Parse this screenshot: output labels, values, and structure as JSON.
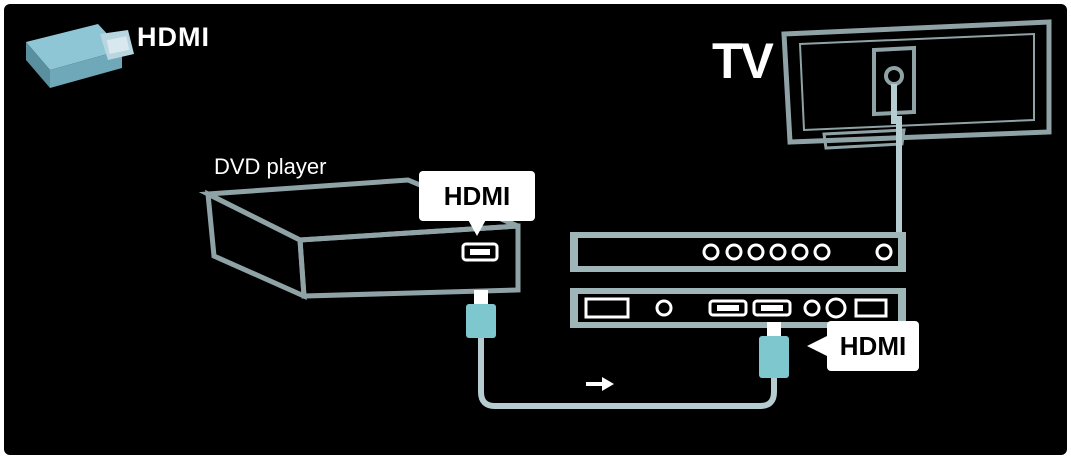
{
  "header": {
    "connection_label": "HDMI"
  },
  "tv": {
    "label": "TV"
  },
  "dvd": {
    "label": "DVD player",
    "port_callout": "HDMI"
  },
  "tv_panel": {
    "port_callout": "HDMI"
  },
  "icons": {
    "connector": "hdmi-connector-icon",
    "arrow": "arrow-right-icon"
  },
  "colors": {
    "background": "#000000",
    "line": "#8fa3a6",
    "panel": "#9fb6b9",
    "cable": "#b5cdd0",
    "plug": "#7fc7cf",
    "text": "#ffffff"
  }
}
